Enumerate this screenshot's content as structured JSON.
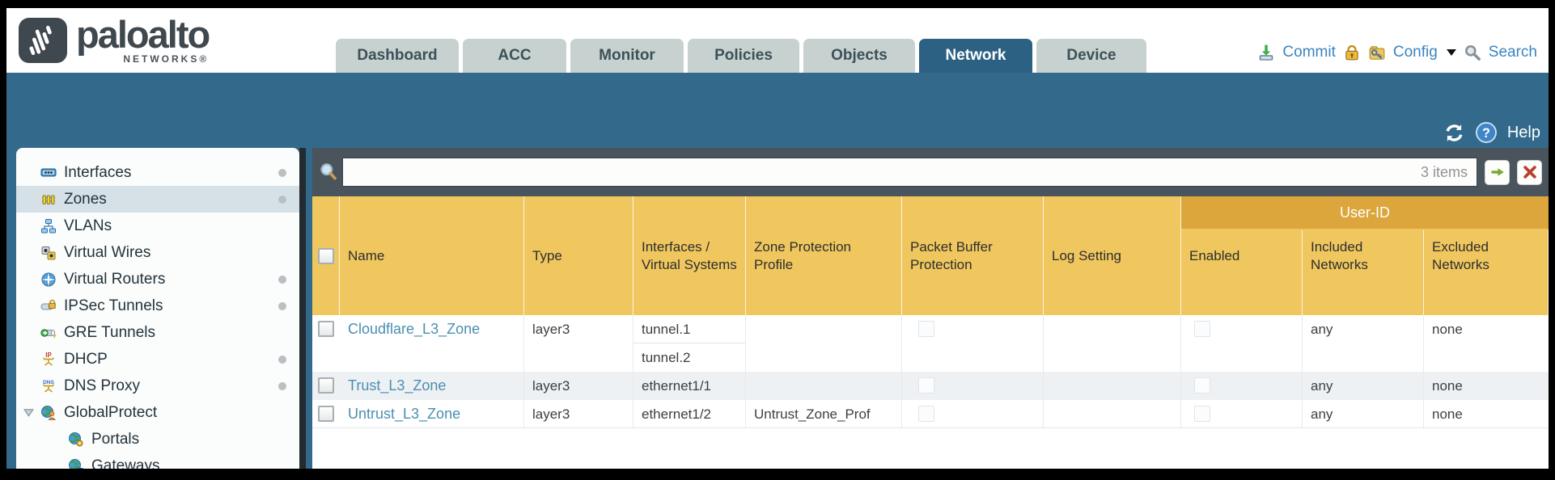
{
  "header": {
    "logo": {
      "brand": "paloalto",
      "sub": "NETWORKS®"
    },
    "tabs": [
      {
        "label": "Dashboard",
        "active": false
      },
      {
        "label": "ACC",
        "active": false
      },
      {
        "label": "Monitor",
        "active": false
      },
      {
        "label": "Policies",
        "active": false
      },
      {
        "label": "Objects",
        "active": false
      },
      {
        "label": "Network",
        "active": true
      },
      {
        "label": "Device",
        "active": false
      }
    ],
    "utilities": {
      "commit": "Commit",
      "config": "Config",
      "search": "Search",
      "icons": [
        "commit-icon",
        "lock-icon",
        "config-icon",
        "caret-down-icon",
        "search-icon"
      ]
    }
  },
  "teal_bar": {
    "help": "Help",
    "icons": [
      "refresh-icon",
      "help-icon"
    ]
  },
  "sidebar": {
    "items": [
      {
        "label": "Interfaces",
        "icon": "interfaces-icon",
        "dot": true,
        "selected": false
      },
      {
        "label": "Zones",
        "icon": "zones-icon",
        "dot": true,
        "selected": true
      },
      {
        "label": "VLANs",
        "icon": "vlans-icon",
        "dot": false
      },
      {
        "label": "Virtual Wires",
        "icon": "virtual-wires-icon",
        "dot": false
      },
      {
        "label": "Virtual Routers",
        "icon": "virtual-routers-icon",
        "dot": true
      },
      {
        "label": "IPSec Tunnels",
        "icon": "ipsec-tunnels-icon",
        "dot": true
      },
      {
        "label": "GRE Tunnels",
        "icon": "gre-tunnels-icon",
        "dot": false
      },
      {
        "label": "DHCP",
        "icon": "dhcp-icon",
        "dot": true
      },
      {
        "label": "DNS Proxy",
        "icon": "dns-proxy-icon",
        "dot": true
      },
      {
        "label": "GlobalProtect",
        "icon": "globalprotect-icon",
        "dot": false,
        "expanded": true
      },
      {
        "label": "Portals",
        "icon": "portals-icon",
        "dot": false,
        "child": true
      },
      {
        "label": "Gateways",
        "icon": "gateways-icon",
        "dot": false,
        "child": true
      }
    ]
  },
  "toolbar": {
    "search_value": "",
    "items_count": "3 items",
    "icons": [
      "magnifier-icon",
      "apply-filter-icon",
      "clear-filter-icon"
    ]
  },
  "table": {
    "group_header": "User-ID",
    "columns": [
      "Name",
      "Type",
      "Interfaces / Virtual Systems",
      "Zone Protection Profile",
      "Packet Buffer Protection",
      "Log Setting",
      "Enabled",
      "Included Networks",
      "Excluded Networks"
    ],
    "rows": [
      {
        "name": "Cloudflare_L3_Zone",
        "type": "layer3",
        "interfaces": [
          "tunnel.1",
          "tunnel.2"
        ],
        "zone_protection_profile": "",
        "packet_buffer_protection": false,
        "log_setting": "",
        "user_id_enabled": false,
        "included_networks": "any",
        "excluded_networks": "none"
      },
      {
        "name": "Trust_L3_Zone",
        "type": "layer3",
        "interfaces": [
          "ethernet1/1"
        ],
        "zone_protection_profile": "",
        "packet_buffer_protection": false,
        "log_setting": "",
        "user_id_enabled": false,
        "included_networks": "any",
        "excluded_networks": "none"
      },
      {
        "name": "Untrust_L3_Zone",
        "type": "layer3",
        "interfaces": [
          "ethernet1/2"
        ],
        "zone_protection_profile": "Untrust_Zone_Prof",
        "packet_buffer_protection": false,
        "log_setting": "",
        "user_id_enabled": false,
        "included_networks": "any",
        "excluded_networks": "none"
      }
    ]
  },
  "colors": {
    "teal_band": "#336a8c",
    "toolbar": "#4a545c",
    "table_header": "#f0c75f",
    "user_id_band": "#dca63c",
    "active_tab": "#2d6184",
    "inactive_tab": "#c7d2d0",
    "link": "#4a8fb0",
    "selected_sidebar_item": "#d6e1e7",
    "alt_row": "#edf1f4"
  }
}
